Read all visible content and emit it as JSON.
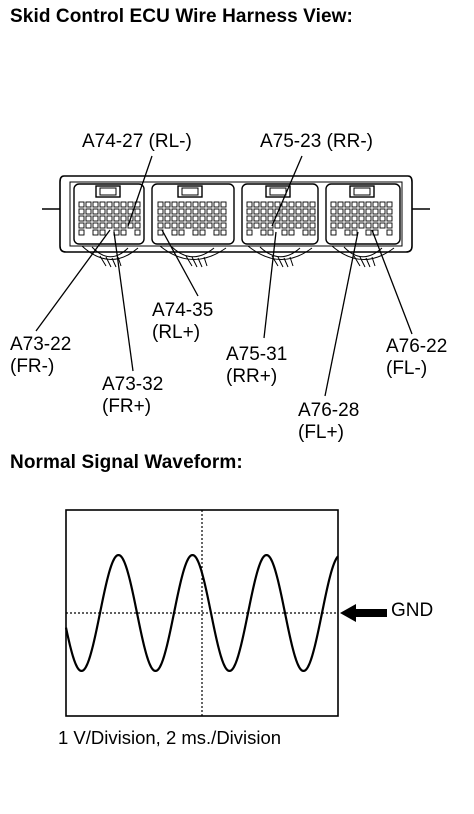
{
  "harness": {
    "title": "Skid Control ECU Wire Harness View:",
    "labels": {
      "a74_27": "A74-27 (RL-)",
      "a75_23": "A75-23 (RR-)",
      "a73_22": [
        "A73-22",
        "(FR-)"
      ],
      "a73_32": [
        "A73-32",
        "(FR+)"
      ],
      "a74_35": [
        "A74-35",
        "(RL+)"
      ],
      "a75_31": [
        "A75-31",
        "(RR+)"
      ],
      "a76_22": [
        "A76-22",
        "(FL-)"
      ],
      "a76_28": [
        "A76-28",
        "(FL+)"
      ]
    }
  },
  "waveform": {
    "title": "Normal Signal Waveform:",
    "ground_label": "GND",
    "caption": "1 V/Division, 2 ms./Division"
  }
}
